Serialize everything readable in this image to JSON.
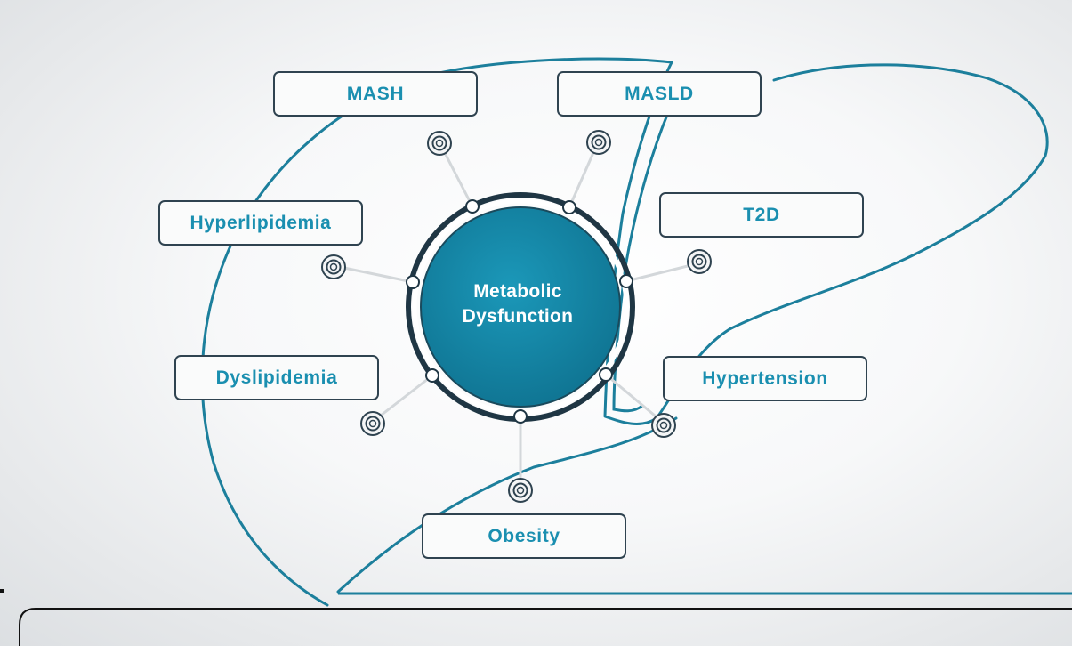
{
  "center": {
    "line1": "Metabolic",
    "line2": "Dysfunction"
  },
  "nodes": {
    "mash": "MASH",
    "masld": "MASLD",
    "hyperlipidemia": "Hyperlipidemia",
    "t2d": "T2D",
    "dyslipidemia": "Dyslipidemia",
    "hypertension": "Hypertension",
    "obesity": "Obesity"
  },
  "colors": {
    "label_text": "#1a8fb0",
    "liver_outline": "#1c7f9c",
    "hub_fill": "#1587a8",
    "hub_ring": "#1f3644",
    "box_border": "#2f4350"
  },
  "icons": {
    "connector": "target-ring-icon",
    "junction": "node-dot-icon"
  }
}
